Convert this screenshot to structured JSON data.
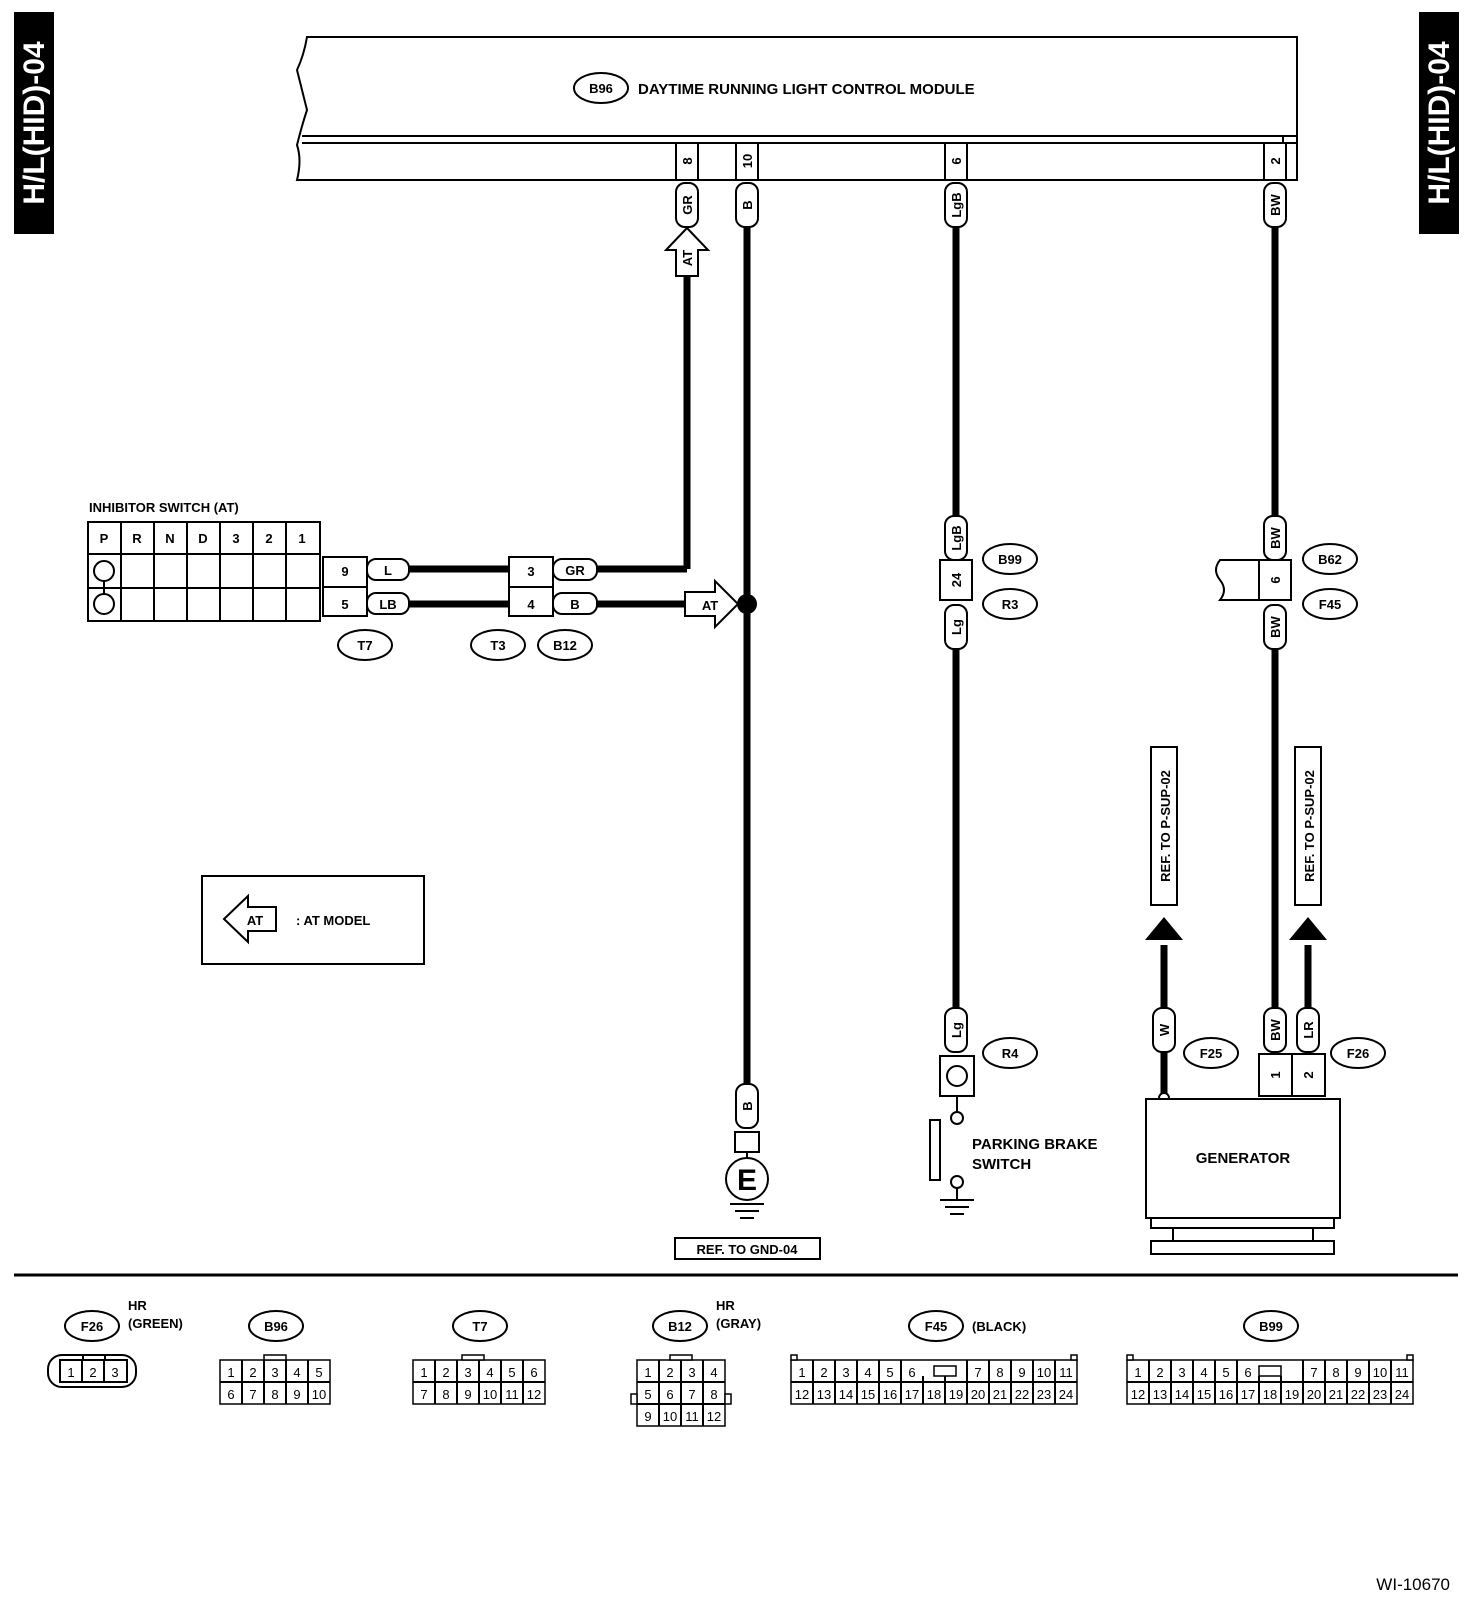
{
  "side_tab": "H/L(HID)-04",
  "figure_id": "WI-10670",
  "module": {
    "connector": "B96",
    "name": "DAYTIME RUNNING LIGHT CONTROL MODULE"
  },
  "module_pins": [
    {
      "pin": "8",
      "wire": "GR"
    },
    {
      "pin": "10",
      "wire": "B"
    },
    {
      "pin": "6",
      "wire": "LgB"
    },
    {
      "pin": "2",
      "wire": "BW"
    }
  ],
  "at_marker": "AT",
  "inhibitor": {
    "title": "INHIBITOR SWITCH (AT)",
    "positions": [
      "P",
      "R",
      "N",
      "D",
      "3",
      "2",
      "1"
    ],
    "t7_pins": [
      "9",
      "5"
    ],
    "t7_wires": [
      "L",
      "LB"
    ],
    "t7_label": "T7",
    "t3_pins": [
      "3",
      "4"
    ],
    "b12_wires": [
      "GR",
      "B"
    ],
    "t3_label": "T3",
    "b12_label": "B12"
  },
  "legend": {
    "symbol": "AT",
    "text": ": AT MODEL"
  },
  "ground": {
    "wire": "B",
    "symbol": "E",
    "ref": "REF. TO GND-04"
  },
  "parking": {
    "wire_top": "LgB",
    "pin": "24",
    "wire_bottom": "Lg",
    "connector_top": "B99",
    "connector_bottom": "R3",
    "wire_r4": "Lg",
    "connector_r4": "R4",
    "label_line1": "PARKING BRAKE",
    "label_line2": "SWITCH"
  },
  "generator_branch": {
    "wire_top": "BW",
    "pin": "6",
    "wire_bottom": "BW",
    "connector_top": "B62",
    "connector_bottom": "F45",
    "ref_left": "REF. TO P-SUP-02",
    "ref_right": "REF. TO P-SUP-02",
    "wire_w": "W",
    "connector_f25": "F25",
    "wire_bw": "BW",
    "wire_lr": "LR",
    "pins": [
      "1",
      "2"
    ],
    "connector_f26": "F26",
    "name": "GENERATOR"
  },
  "connector_views": [
    {
      "id": "F26",
      "note_line1": "HR",
      "note_line2": "(GREEN)",
      "rows": [
        [
          "1",
          "2",
          "3"
        ]
      ]
    },
    {
      "id": "B96",
      "rows": [
        [
          "1",
          "2",
          "3",
          "4",
          "5"
        ],
        [
          "6",
          "7",
          "8",
          "9",
          "10"
        ]
      ]
    },
    {
      "id": "T7",
      "rows": [
        [
          "1",
          "2",
          "3",
          "4",
          "5",
          "6"
        ],
        [
          "7",
          "8",
          "9",
          "10",
          "11",
          "12"
        ]
      ]
    },
    {
      "id": "B12",
      "note_line1": "HR",
      "note_line2": "(GRAY)",
      "rows": [
        [
          "1",
          "2",
          "3",
          "4"
        ],
        [
          "5",
          "6",
          "7",
          "8"
        ],
        [
          "9",
          "10",
          "11",
          "12"
        ]
      ]
    },
    {
      "id": "F45",
      "note_line1": "(BLACK)",
      "rows": [
        [
          "1",
          "2",
          "3",
          "4",
          "5",
          "6",
          "7",
          "8",
          "9",
          "10",
          "11"
        ],
        [
          "12",
          "13",
          "14",
          "15",
          "16",
          "17",
          "18",
          "19",
          "20",
          "21",
          "22",
          "23",
          "24"
        ]
      ]
    },
    {
      "id": "B99",
      "rows": [
        [
          "1",
          "2",
          "3",
          "4",
          "5",
          "6",
          "7",
          "8",
          "9",
          "10",
          "11"
        ],
        [
          "12",
          "13",
          "14",
          "15",
          "16",
          "17",
          "18",
          "19",
          "20",
          "21",
          "22",
          "23",
          "24"
        ]
      ]
    }
  ]
}
